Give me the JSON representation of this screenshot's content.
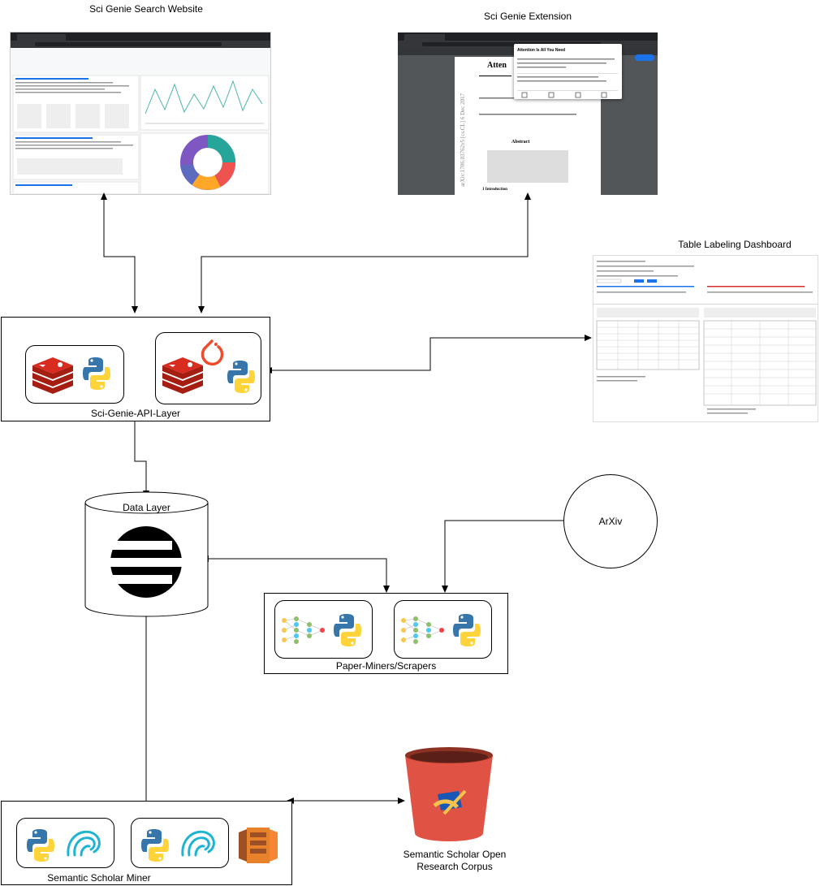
{
  "titles": {
    "search_site": "Sci Genie Search Website",
    "extension": "Sci Genie Extension",
    "table_dashboard": "Table Labeling Dashboard"
  },
  "nodes": {
    "api_layer": "Sci-Genie-API-Layer",
    "data_layer": "Data Layer",
    "miners": "Paper-Miners/Scrapers",
    "arxiv": "ArXiv",
    "semantic_miner": "Semantic Scholar Miner",
    "corpus_line1": "Semantic Scholar Open",
    "corpus_line2": "Research Corpus"
  },
  "extension_popup": {
    "title": "Attention Is All You Need",
    "pdf_title": "Atten",
    "abstract_heading": "Abstract",
    "section": "1   Introduction",
    "arxiv_stamp": "arXiv:1706.03762v5 [cs.CL] 6 Dec 2017"
  },
  "colors": {
    "redis": "#c6302b",
    "python_blue": "#3776ab",
    "python_yellow": "#ffd43b",
    "pytorch": "#ee4c2c",
    "aws_orange": "#e7822b",
    "bucket_red": "#e05243",
    "semantic_teal": "#1fb4d2"
  }
}
